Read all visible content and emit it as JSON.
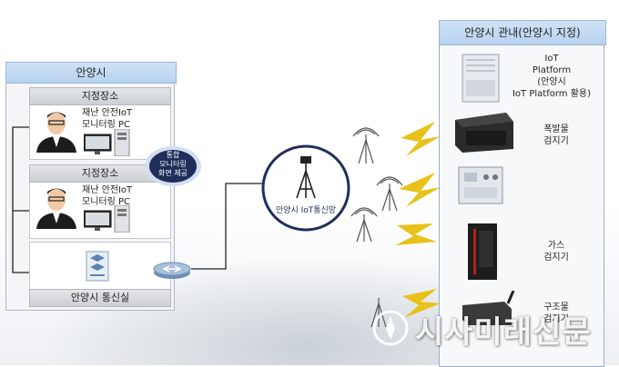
{
  "left_system": {
    "title": "안양시",
    "zones": [
      {
        "title": "지정장소",
        "pc_label_1": "재난 안전IoT",
        "pc_label_2": "모니터링 PC"
      },
      {
        "title": "지정장소",
        "pc_label_1": "재난 안전IoT",
        "pc_label_2": "모니터링 PC"
      }
    ],
    "comm_room": "안양시 통신실",
    "badge": {
      "line1": "통합",
      "line2": "모니터링",
      "line3": "화면 제공"
    }
  },
  "network": {
    "label": "안양시 IoT통신망"
  },
  "right_system": {
    "title": "안양시 관내(안양시 지정)",
    "devices": [
      {
        "lines": [
          "IoT",
          "Platform",
          "(안양시",
          "IoT Platform 활용)"
        ]
      },
      {
        "lines": [
          "폭발물",
          "검지기"
        ]
      },
      {
        "lines": []
      },
      {
        "lines": [
          "가스",
          "검지기"
        ]
      },
      {
        "lines": [
          "구조물",
          "검지기"
        ]
      }
    ]
  },
  "watermark": "시사미래신문",
  "colors": {
    "header_blue": "#b7d2ee",
    "lightning": "#e8c21a",
    "badge_navy": "#1f2f5a"
  }
}
